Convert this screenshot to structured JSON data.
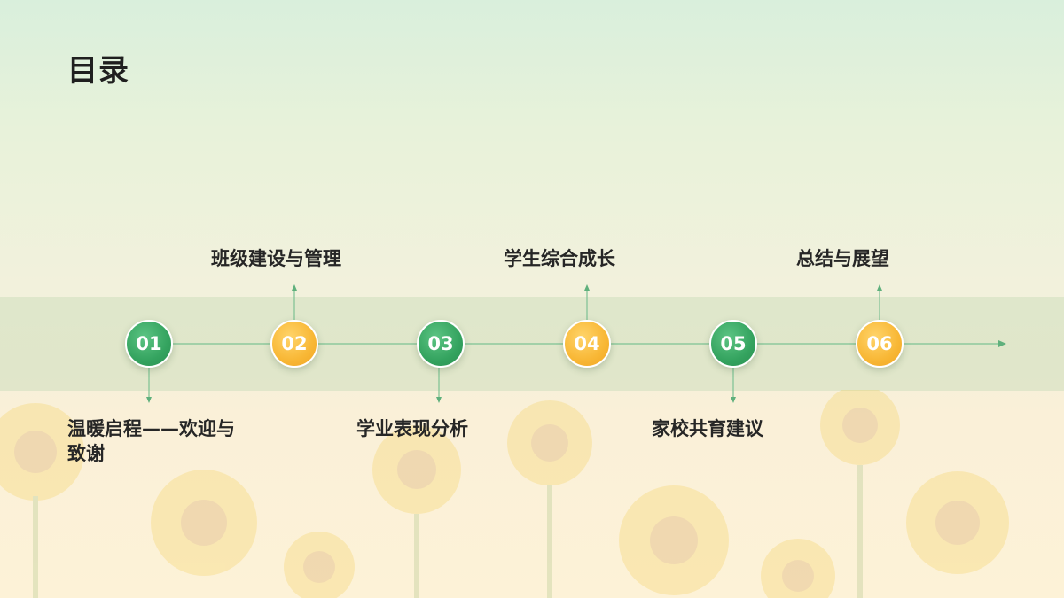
{
  "slide": {
    "title": "目录"
  },
  "colors": {
    "green": "#34a35f",
    "yellow": "#f8b735",
    "line": "#7cc293"
  },
  "items": [
    {
      "num": "01",
      "label": "温暖启程——欢迎与致谢",
      "color": "green",
      "position": "below"
    },
    {
      "num": "02",
      "label": "班级建设与管理",
      "color": "yellow",
      "position": "above"
    },
    {
      "num": "03",
      "label": "学业表现分析",
      "color": "green",
      "position": "below"
    },
    {
      "num": "04",
      "label": "学生综合成长",
      "color": "yellow",
      "position": "above"
    },
    {
      "num": "05",
      "label": "家校共育建议",
      "color": "green",
      "position": "below"
    },
    {
      "num": "06",
      "label": "总结与展望",
      "color": "yellow",
      "position": "above"
    }
  ]
}
